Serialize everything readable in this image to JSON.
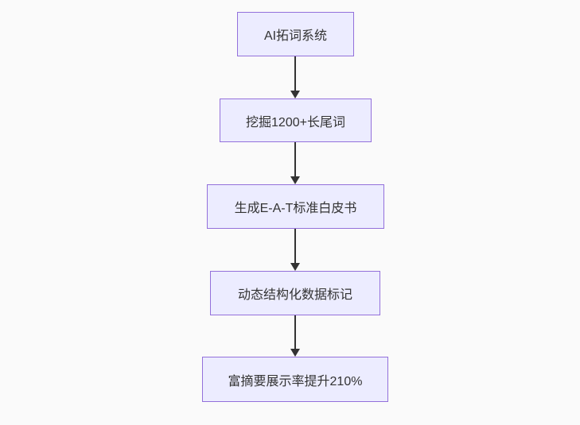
{
  "diagram": {
    "type": "flowchart-top-down",
    "nodes": [
      {
        "id": "n1",
        "label": "AI拓词系统"
      },
      {
        "id": "n2",
        "label": "挖掘1200+长尾词"
      },
      {
        "id": "n3",
        "label": "生成E-A-T标准白皮书"
      },
      {
        "id": "n4",
        "label": "动态结构化数据标记"
      },
      {
        "id": "n5",
        "label": "富摘要展示率提升210%"
      }
    ],
    "edges": [
      {
        "from": "n1",
        "to": "n2",
        "style": "arrow-down"
      },
      {
        "from": "n2",
        "to": "n3",
        "style": "arrow-down"
      },
      {
        "from": "n3",
        "to": "n4",
        "style": "arrow-down"
      },
      {
        "from": "n4",
        "to": "n5",
        "style": "arrow-down"
      }
    ],
    "colors": {
      "background": "#fafafa",
      "node_fill": "#ececff",
      "node_border": "#9370db",
      "node_text": "#333333",
      "arrow": "#333333"
    }
  }
}
